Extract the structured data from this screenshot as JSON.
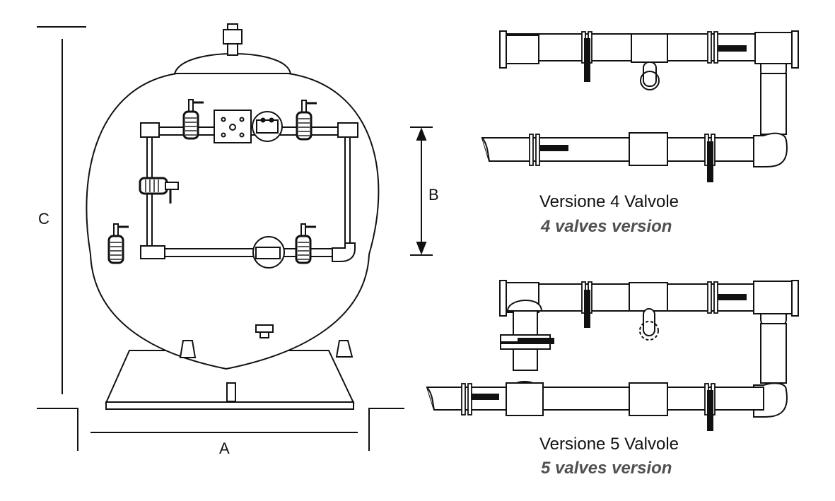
{
  "dimensions": {
    "a_label": "A",
    "b_label": "B",
    "c_label": "C"
  },
  "versions": [
    {
      "title": "Versione 4 Valvole",
      "subtitle": "4 valves version"
    },
    {
      "title": "Versione 5 Valvole",
      "subtitle": "5 valves version"
    }
  ],
  "colors": {
    "line": "#111111",
    "subtitle": "#505050",
    "fill": "#ffffff"
  }
}
